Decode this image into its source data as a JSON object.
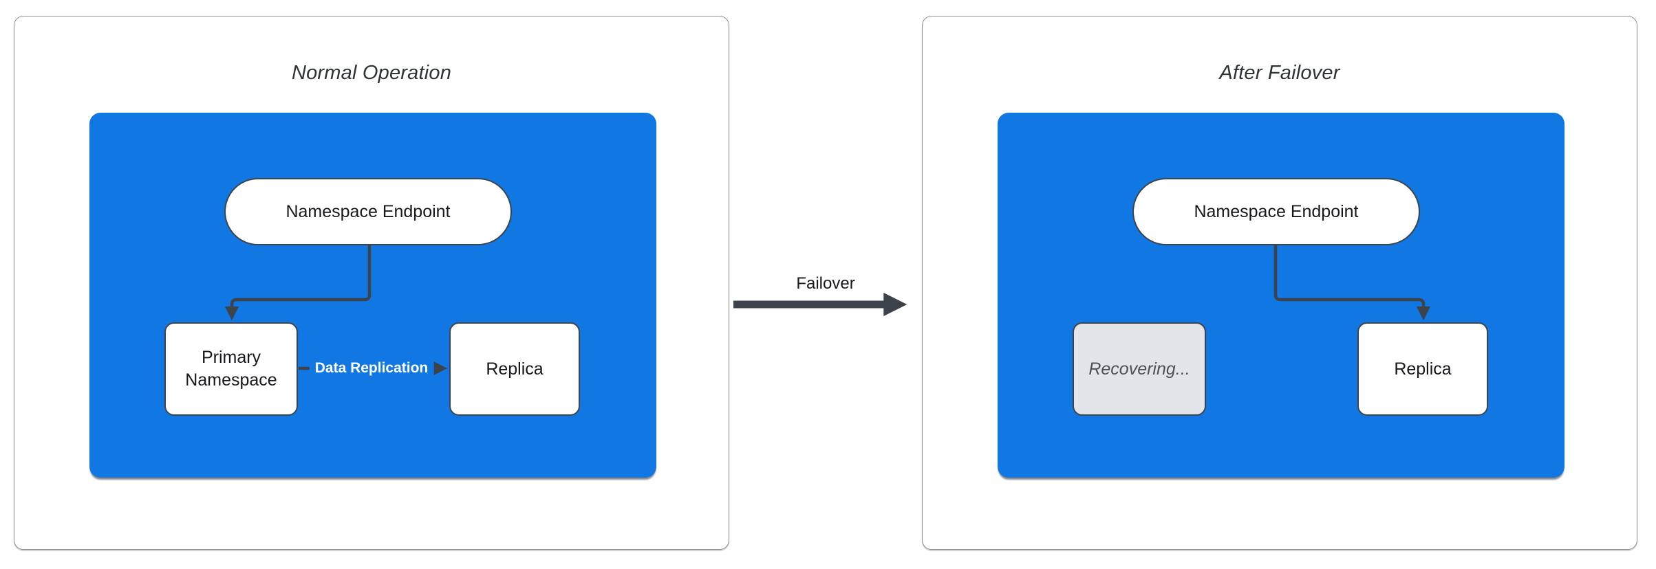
{
  "diagram": {
    "states": [
      {
        "title": "Normal Operation",
        "endpoint_label": "Namespace Endpoint",
        "primary_label": "Primary Namespace",
        "replica_label": "Replica",
        "replication_edge_label": "Data Replication"
      },
      {
        "title": "After Failover",
        "endpoint_label": "Namespace Endpoint",
        "recovering_label": "Recovering...",
        "replica_label": "Replica"
      }
    ],
    "transition": {
      "label": "Failover"
    },
    "colors": {
      "cluster_fill": "#1177e3",
      "stroke_dark": "#3d434b",
      "panel_border": "#8e8e8e",
      "node_fill": "#ffffff",
      "node_text": "#16181d",
      "recovering_fill": "#e3e5e8",
      "recovering_text": "#4b5158",
      "edge_label_text": "#ffffff",
      "title_text": "#2e3338"
    }
  }
}
